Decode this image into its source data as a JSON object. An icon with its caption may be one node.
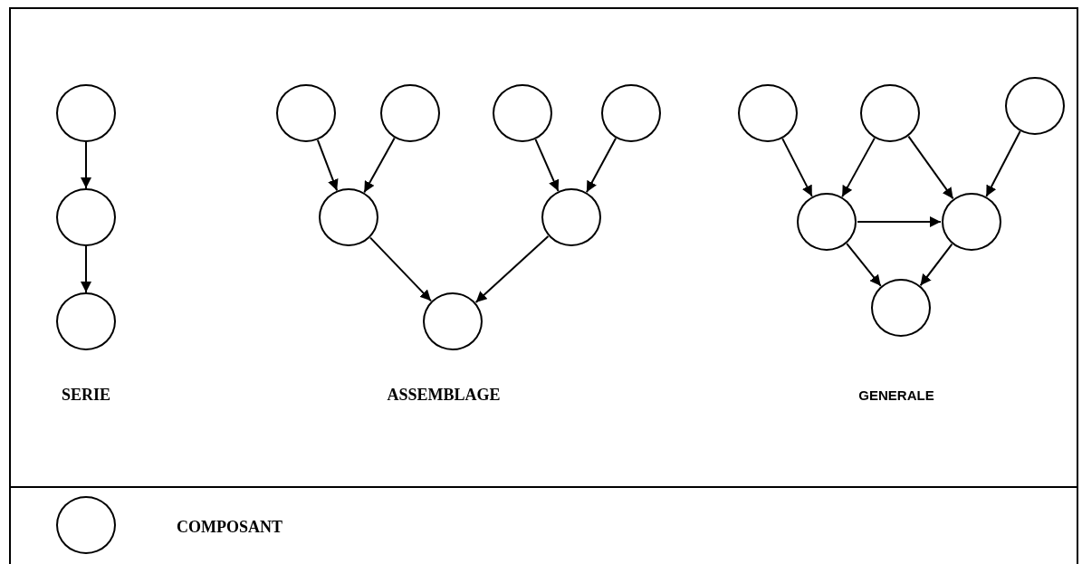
{
  "diagram": {
    "nodes": [
      {
        "text": [],
        "shape": "circle"
      },
      {
        "text": [],
        "shape": "circle"
      },
      {
        "text": [],
        "shape": "circle"
      },
      {
        "text": [],
        "shape": "circle"
      },
      {
        "text": [],
        "shape": "circle"
      },
      {
        "text": [],
        "shape": "circle"
      },
      {
        "text": [],
        "shape": "circle"
      },
      {
        "text": [],
        "shape": "circle"
      },
      {
        "text": [],
        "shape": "circle"
      },
      {
        "text": [],
        "shape": "circle"
      },
      {
        "text": [],
        "shape": "circle"
      },
      {
        "text": [],
        "shape": "circle"
      },
      {
        "text": [],
        "shape": "circle"
      },
      {
        "text": [],
        "shape": "circle"
      },
      {
        "text": [],
        "shape": "circle"
      },
      {
        "text": [],
        "shape": "circle"
      }
    ],
    "edges": [
      {
        "from": 0,
        "to": 1,
        "arrow": "to"
      },
      {
        "from": 1,
        "to": 2,
        "arrow": "to"
      },
      {
        "from": 3,
        "to": 7,
        "arrow": "to"
      },
      {
        "from": 4,
        "to": 7,
        "arrow": "to"
      },
      {
        "from": 5,
        "to": 8,
        "arrow": "to"
      },
      {
        "from": 6,
        "to": 8,
        "arrow": "to"
      },
      {
        "from": 7,
        "to": 9,
        "arrow": "to"
      },
      {
        "from": 8,
        "to": 9,
        "arrow": "to"
      },
      {
        "from": 10,
        "to": 13,
        "arrow": "to"
      },
      {
        "from": 11,
        "to": 13,
        "arrow": "to"
      },
      {
        "from": 11,
        "to": 14,
        "arrow": "to"
      },
      {
        "from": 12,
        "to": 14,
        "arrow": "to"
      },
      {
        "from": 13,
        "to": 14,
        "arrow": "to"
      },
      {
        "from": 13,
        "to": 15,
        "arrow": "to"
      },
      {
        "from": 14,
        "to": 15,
        "arrow": "to"
      }
    ],
    "labels": [
      "SERIE",
      "ASSEMBLAGE",
      "GENERALE"
    ],
    "legend": [
      {
        "text": "COMPOSANT"
      }
    ]
  }
}
